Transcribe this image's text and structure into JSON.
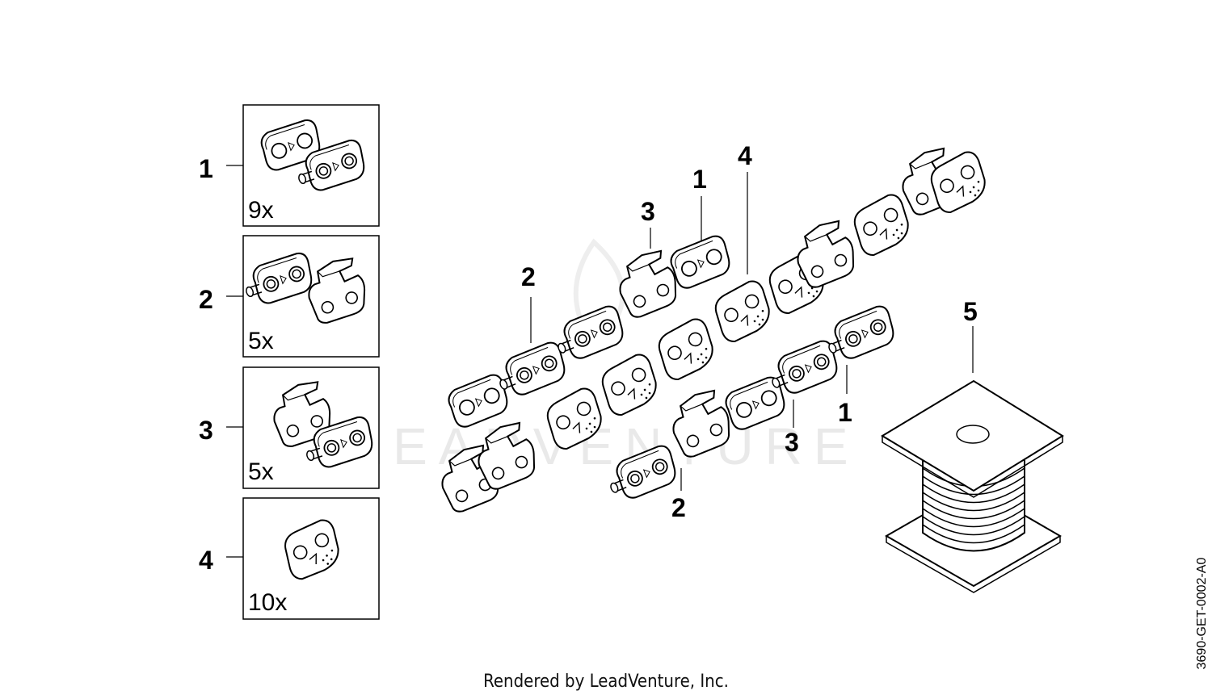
{
  "watermark": "LEADVENTURE",
  "legend": [
    {
      "callout": "1",
      "quantity": "9x"
    },
    {
      "callout": "2",
      "quantity": "5x"
    },
    {
      "callout": "3",
      "quantity": "5x"
    },
    {
      "callout": "4",
      "quantity": "10x"
    }
  ],
  "callouts": {
    "c1_top": "1",
    "c2_top": "2",
    "c3_top": "3",
    "c4_top": "4",
    "c1_lower": "1",
    "c2_lower": "2",
    "c3_lower": "3",
    "c5": "5"
  },
  "footer": "Rendered by LeadVenture, Inc.",
  "diagram_id": "3690-GET-0002-A0"
}
